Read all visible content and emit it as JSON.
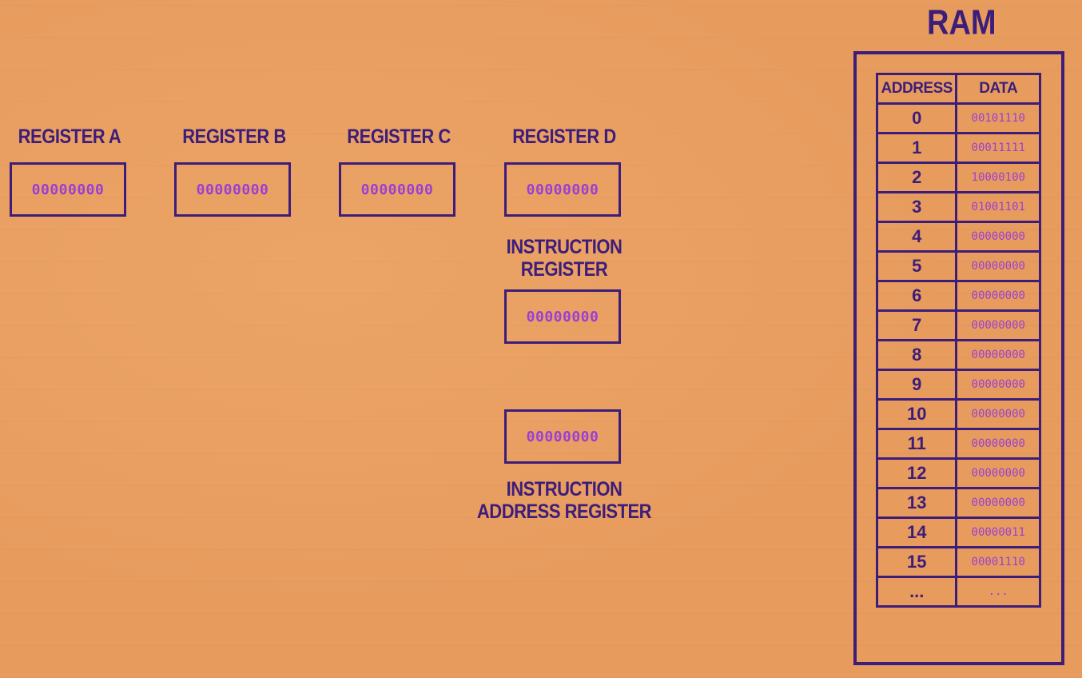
{
  "registers": {
    "a": {
      "label": "REGISTER A",
      "value": "00000000"
    },
    "b": {
      "label": "REGISTER B",
      "value": "00000000"
    },
    "c": {
      "label": "REGISTER C",
      "value": "00000000"
    },
    "d": {
      "label": "REGISTER D",
      "value": "00000000"
    },
    "instruction": {
      "label_line1": "INSTRUCTION",
      "label_line2": "REGISTER",
      "value": "00000000"
    },
    "instruction_address": {
      "label_line1": "INSTRUCTION",
      "label_line2": "ADDRESS REGISTER",
      "value": "00000000"
    }
  },
  "ram": {
    "title": "RAM",
    "address_header": "ADDRESS",
    "data_header": "DATA",
    "rows": [
      {
        "address": "0",
        "data": "00101110"
      },
      {
        "address": "1",
        "data": "00011111"
      },
      {
        "address": "2",
        "data": "10000100"
      },
      {
        "address": "3",
        "data": "01001101"
      },
      {
        "address": "4",
        "data": "00000000"
      },
      {
        "address": "5",
        "data": "00000000"
      },
      {
        "address": "6",
        "data": "00000000"
      },
      {
        "address": "7",
        "data": "00000000"
      },
      {
        "address": "8",
        "data": "00000000"
      },
      {
        "address": "9",
        "data": "00000000"
      },
      {
        "address": "10",
        "data": "00000000"
      },
      {
        "address": "11",
        "data": "00000000"
      },
      {
        "address": "12",
        "data": "00000000"
      },
      {
        "address": "13",
        "data": "00000000"
      },
      {
        "address": "14",
        "data": "00000011"
      },
      {
        "address": "15",
        "data": "00001110"
      },
      {
        "address": "...",
        "data": "..."
      }
    ]
  },
  "colors": {
    "background": "#E79C5E",
    "outline": "#3D1D7A",
    "bits": "#9B3FD3"
  }
}
